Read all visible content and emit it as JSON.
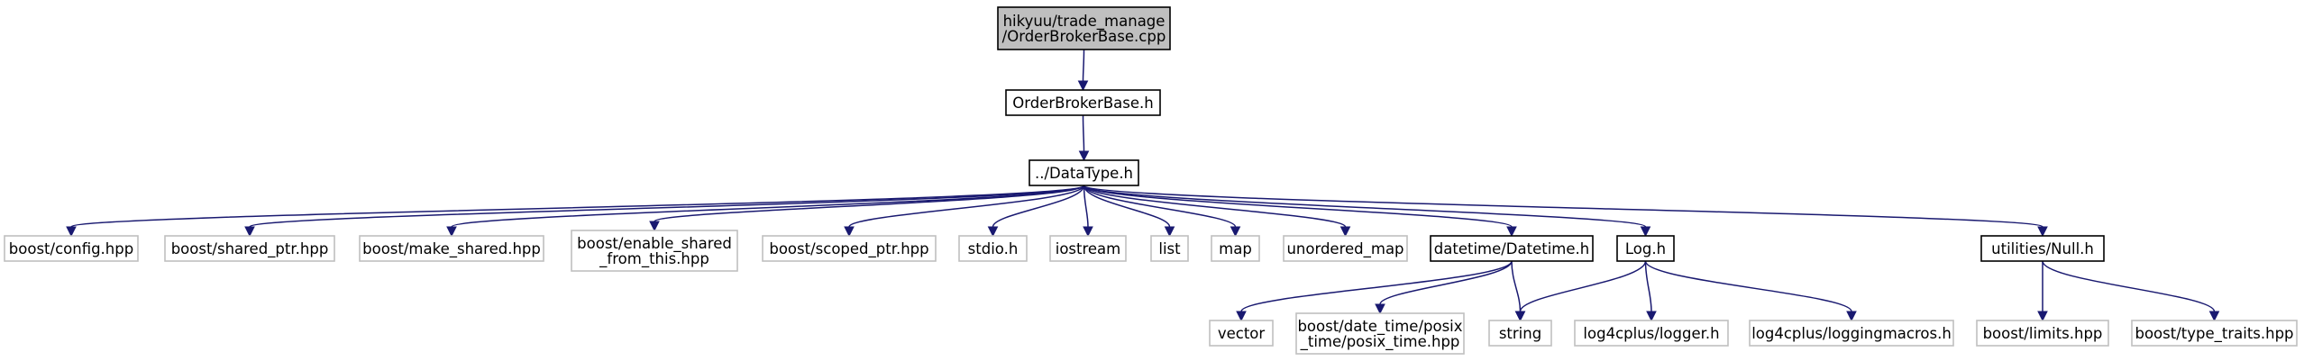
{
  "graph": {
    "nodes": [
      {
        "id": "root",
        "lines": [
          "hikyuu/trade_manage",
          "/OrderBrokerBase.cpp"
        ],
        "style": "root"
      },
      {
        "id": "obb",
        "lines": [
          "OrderBrokerBase.h"
        ],
        "style": "normal"
      },
      {
        "id": "dt",
        "lines": [
          "../DataType.h"
        ],
        "style": "normal"
      },
      {
        "id": "config",
        "lines": [
          "boost/config.hpp"
        ],
        "style": "grey"
      },
      {
        "id": "sharedptr",
        "lines": [
          "boost/shared_ptr.hpp"
        ],
        "style": "grey"
      },
      {
        "id": "makeshared",
        "lines": [
          "boost/make_shared.hpp"
        ],
        "style": "grey"
      },
      {
        "id": "enableshared",
        "lines": [
          "boost/enable_shared",
          "_from_this.hpp"
        ],
        "style": "grey"
      },
      {
        "id": "scopedptr",
        "lines": [
          "boost/scoped_ptr.hpp"
        ],
        "style": "grey"
      },
      {
        "id": "stdio",
        "lines": [
          "stdio.h"
        ],
        "style": "grey"
      },
      {
        "id": "iostream",
        "lines": [
          "iostream"
        ],
        "style": "grey"
      },
      {
        "id": "list",
        "lines": [
          "list"
        ],
        "style": "grey"
      },
      {
        "id": "map",
        "lines": [
          "map"
        ],
        "style": "grey"
      },
      {
        "id": "umap",
        "lines": [
          "unordered_map"
        ],
        "style": "grey"
      },
      {
        "id": "datetime",
        "lines": [
          "datetime/Datetime.h"
        ],
        "style": "normal"
      },
      {
        "id": "log",
        "lines": [
          "Log.h"
        ],
        "style": "normal"
      },
      {
        "id": "null",
        "lines": [
          "utilities/Null.h"
        ],
        "style": "normal"
      },
      {
        "id": "vector",
        "lines": [
          "vector"
        ],
        "style": "grey"
      },
      {
        "id": "posix",
        "lines": [
          "boost/date_time/posix",
          "_time/posix_time.hpp"
        ],
        "style": "grey"
      },
      {
        "id": "string",
        "lines": [
          "string"
        ],
        "style": "grey"
      },
      {
        "id": "logger",
        "lines": [
          "log4cplus/logger.h"
        ],
        "style": "grey"
      },
      {
        "id": "logmacros",
        "lines": [
          "log4cplus/loggingmacros.h"
        ],
        "style": "grey"
      },
      {
        "id": "limits",
        "lines": [
          "boost/limits.hpp"
        ],
        "style": "grey"
      },
      {
        "id": "typetraits",
        "lines": [
          "boost/type_traits.hpp"
        ],
        "style": "grey"
      }
    ],
    "edges": [
      [
        "root",
        "obb"
      ],
      [
        "obb",
        "dt"
      ],
      [
        "dt",
        "config"
      ],
      [
        "dt",
        "sharedptr"
      ],
      [
        "dt",
        "makeshared"
      ],
      [
        "dt",
        "enableshared"
      ],
      [
        "dt",
        "scopedptr"
      ],
      [
        "dt",
        "stdio"
      ],
      [
        "dt",
        "iostream"
      ],
      [
        "dt",
        "list"
      ],
      [
        "dt",
        "map"
      ],
      [
        "dt",
        "umap"
      ],
      [
        "dt",
        "datetime"
      ],
      [
        "dt",
        "log"
      ],
      [
        "dt",
        "null"
      ],
      [
        "datetime",
        "vector"
      ],
      [
        "datetime",
        "posix"
      ],
      [
        "datetime",
        "string"
      ],
      [
        "log",
        "string"
      ],
      [
        "log",
        "logger"
      ],
      [
        "log",
        "logmacros"
      ],
      [
        "null",
        "limits"
      ],
      [
        "null",
        "typetraits"
      ]
    ]
  }
}
